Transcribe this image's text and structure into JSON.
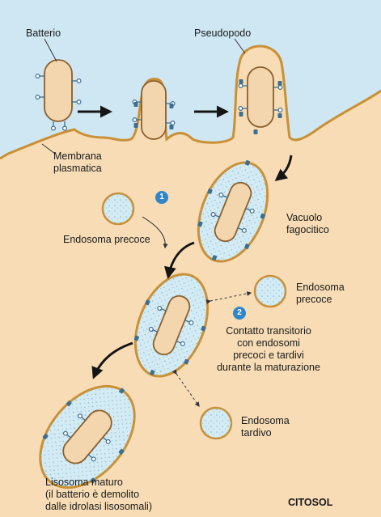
{
  "colors": {
    "extracellular": "#cfe7f3",
    "cytosol": "#f7dcb6",
    "membrane": "#c99035",
    "bacterium_fill": "#f3d6ae",
    "bacterium_stroke": "#8a5f2c",
    "vacuole_fill": "#d3ebf5",
    "receptor": "#3e6e91",
    "badge": "#2f86c9",
    "arrow": "#151515"
  },
  "labels": {
    "batterio": "Batterio",
    "pseudopodo": "Pseudopodo",
    "membrana": [
      "Membrana",
      "plasmatica"
    ],
    "vacuolo": [
      "Vacuolo",
      "fagocitico"
    ],
    "endosoma_precoce_1": "Endosoma precoce",
    "endosoma_precoce_2": [
      "Endosoma",
      "precoce"
    ],
    "contatto": [
      "Contatto transitorio",
      "con endosomi",
      "precoci e tardivi",
      "durante la maturazione"
    ],
    "endosoma_tardivo": [
      "Endosoma",
      "tardivo"
    ],
    "lisosoma": [
      "Lisosoma maturo",
      "(il batterio è demolito",
      "dalle idrolasi lisosomali)"
    ],
    "citosol": "CITOSOL"
  },
  "steps": [
    "1",
    "2"
  ]
}
